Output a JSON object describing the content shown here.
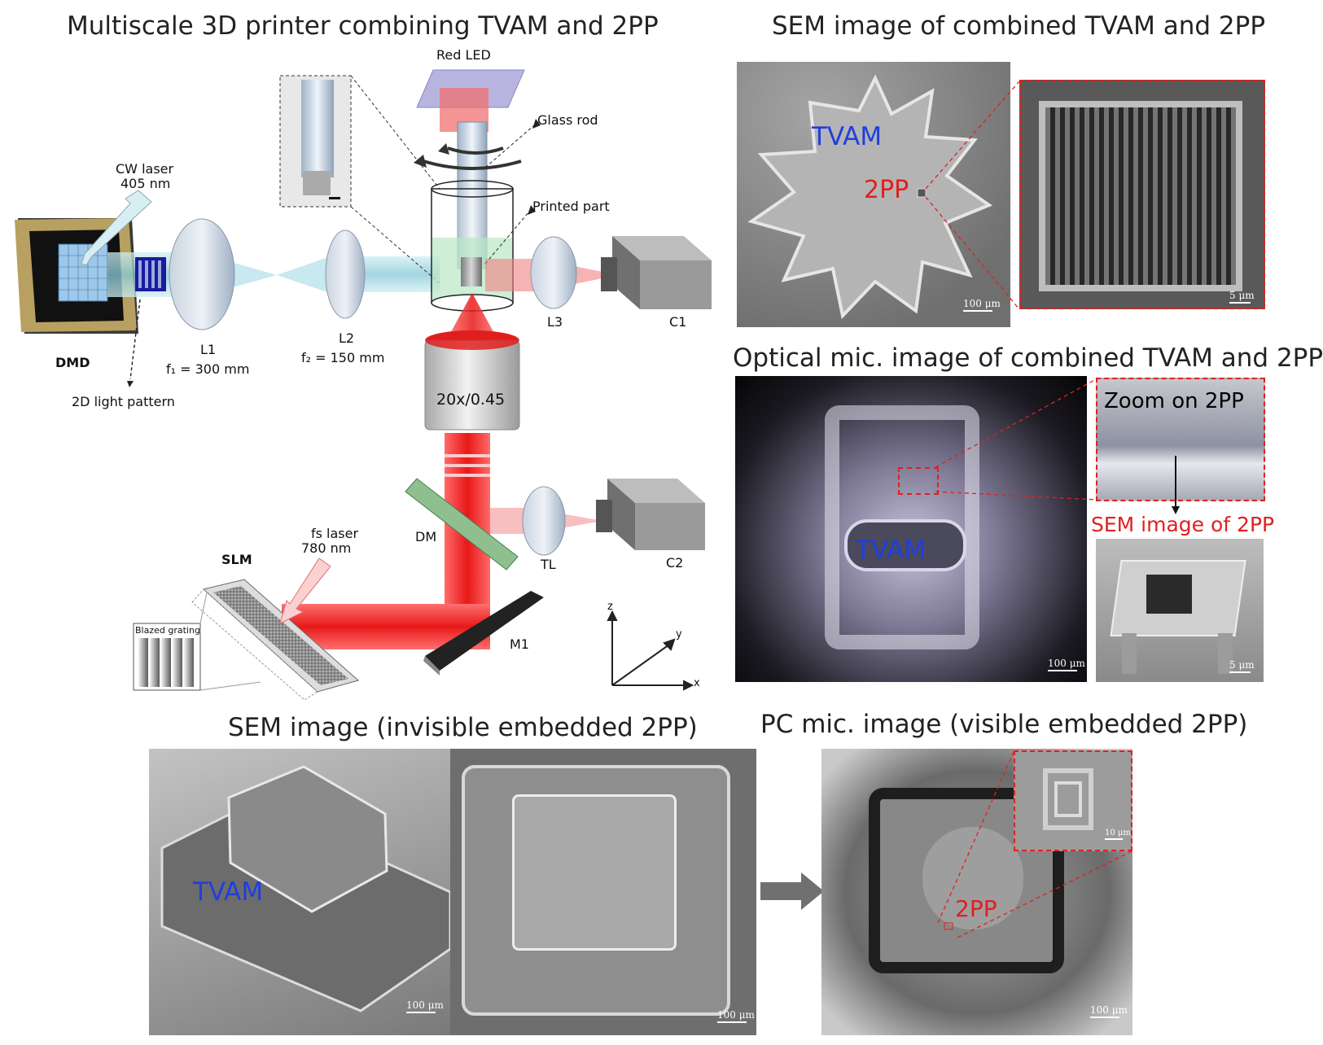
{
  "titles": {
    "printer": "Multiscale 3D printer combining TVAM and 2PP",
    "sem_combined": "SEM image of combined TVAM and 2PP",
    "optical_combined": "Optical mic. image of combined TVAM and 2PP",
    "sem_invisible": "SEM image (invisible embedded 2PP)",
    "pc_visible": "PC mic. image (visible embedded 2PP)"
  },
  "setup_labels": {
    "red_led": "Red LED",
    "glass_rod": "Glass rod",
    "printed_part": "Printed part",
    "cw_laser_l1": "CW laser",
    "cw_laser_l2": "405 nm",
    "dmd": "DMD",
    "pattern": "2D light pattern",
    "l1": "L1",
    "f1": "f₁ = 300 mm",
    "l2": "L2",
    "f2": "f₂ = 150 mm",
    "l3": "L3",
    "c1": "C1",
    "objective": "20x/0.45",
    "dm": "DM",
    "tl": "TL",
    "c2": "C2",
    "slm": "SLM",
    "fs_laser_l1": "fs laser",
    "fs_laser_l2": "780 nm",
    "blazed": "Blazed grating",
    "m1": "M1",
    "axis_z": "z",
    "axis_y": "y",
    "axis_x": "x"
  },
  "overlays": {
    "tvam": "TVAM",
    "twopp": "2PP",
    "zoom_on_2pp": "Zoom on 2PP",
    "sem_of_2pp": "SEM image of 2PP"
  },
  "scalebars": {
    "s100": "100 μm",
    "s5": "5 μm",
    "s10": "10 μm"
  },
  "colors": {
    "tvam_blue": "#1f3ee0",
    "twopp_red": "#e0201f",
    "laser_red": "#f03030",
    "cw_cyan": "#9fd6e0"
  }
}
